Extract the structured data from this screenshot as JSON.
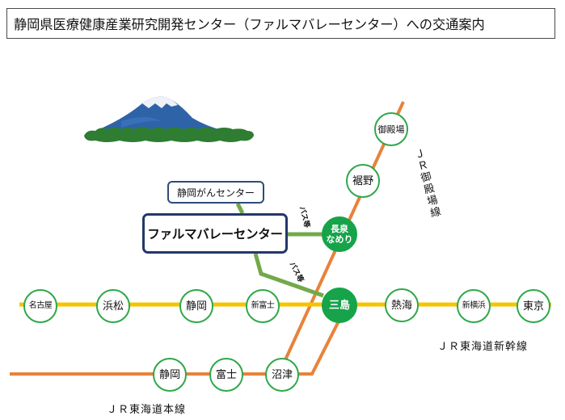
{
  "title": "静岡県医療健康産業研究開発センター（ファルマバレーセンター）への交通案内",
  "centers": {
    "cancer_center": "静岡がんセンター",
    "pharma_valley": "ファルマバレーセンター"
  },
  "bus_labels": [
    "バス等",
    "バス等"
  ],
  "lines": {
    "gotemba": "ＪＲ御殿場線",
    "shinkansen": "ＪＲ東海道新幹線",
    "tokaido_main": "ＪＲ東海道本線"
  },
  "stations": {
    "gotemba": "御殿場",
    "susono": "裾野",
    "nagaizumi_1": "長泉",
    "nagaizumi_2": "なめり",
    "mishima": "三島",
    "nagoya": "名古屋",
    "hamamatsu": "浜松",
    "shizuoka_shinkansen": "静岡",
    "shinfuji": "新富士",
    "atami": "熱海",
    "shinyokohama": "新横浜",
    "tokyo": "東京",
    "shizuoka_main": "静岡",
    "fuji": "富士",
    "numazu": "沼津"
  },
  "colors": {
    "shinkansen": "#f5c400",
    "conventional": "#e8823a",
    "bus": "#72a94a",
    "station_border": "#2ea84a",
    "hub_fill": "#16a34a",
    "center_border": "#22386a"
  },
  "icons": [
    "mount-fuji-icon"
  ]
}
